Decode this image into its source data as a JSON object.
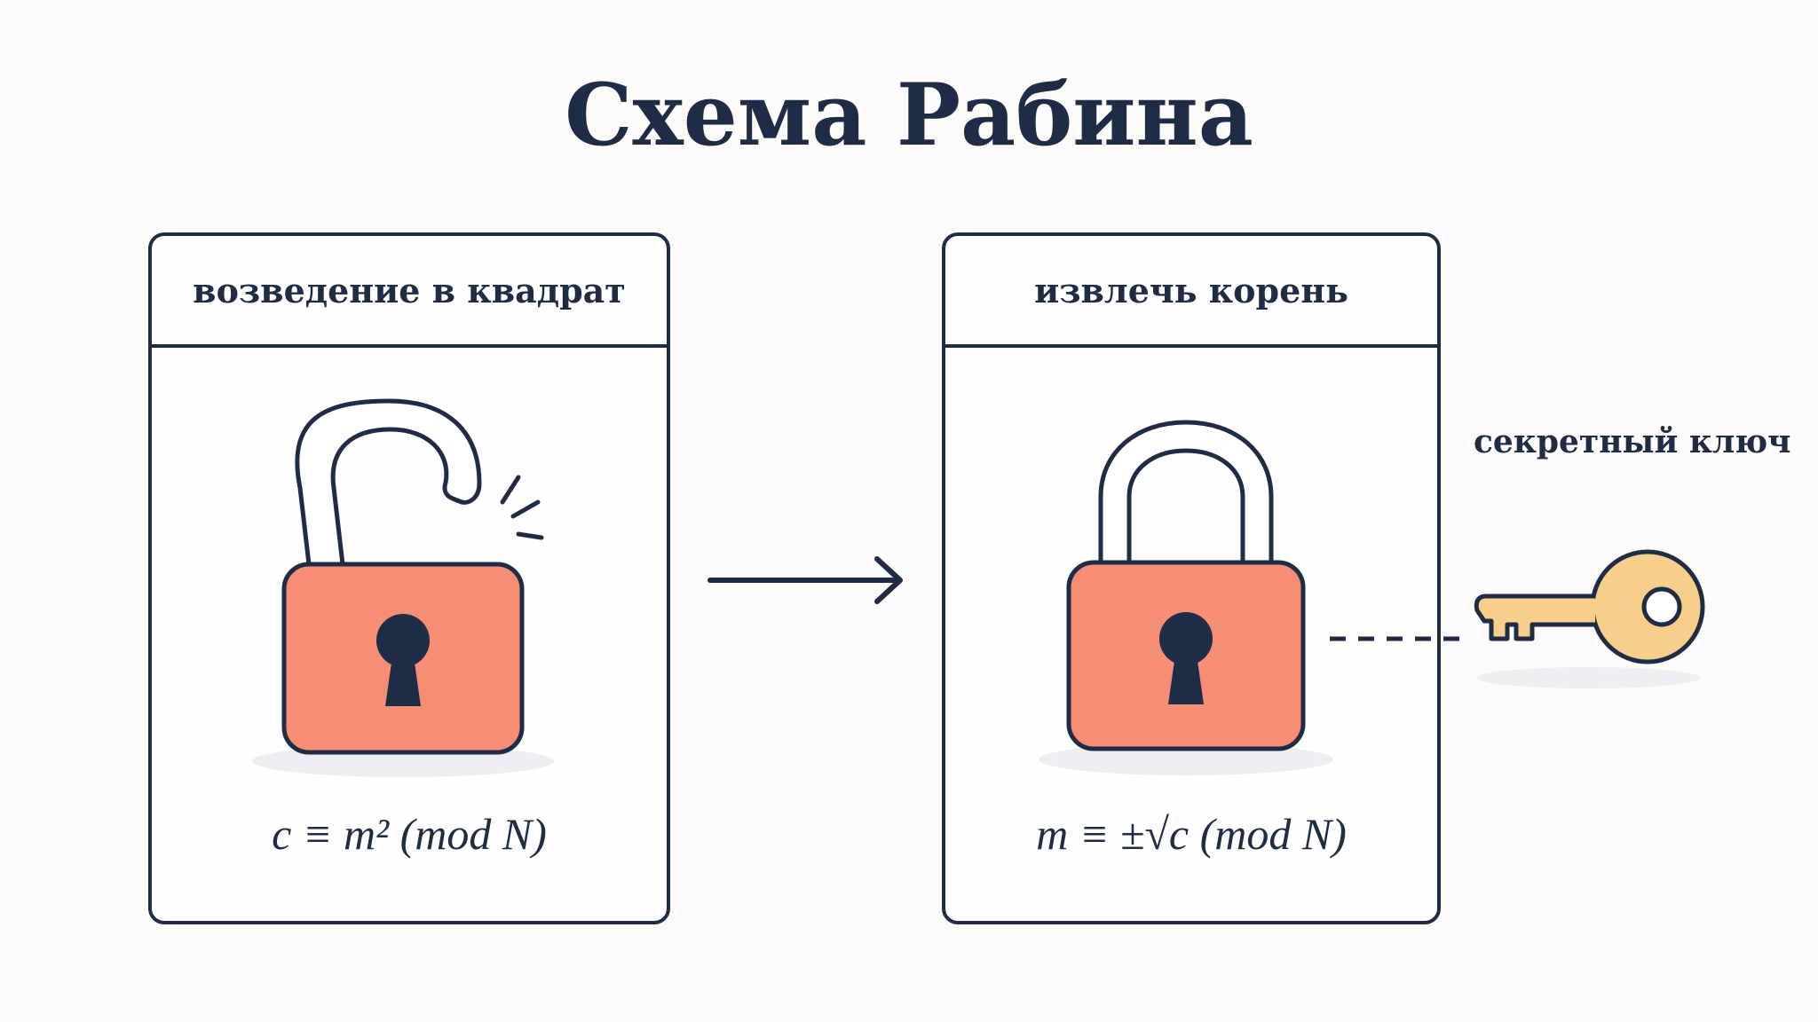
{
  "title": "Схема Рабина",
  "left_panel": {
    "header": "возведение в квадрат",
    "formula": "c ≡ m² (mod N)"
  },
  "right_panel": {
    "header": "извлечь корень",
    "formula": "m ≡ ±√c (mod N)"
  },
  "key_label": "секретный ключ",
  "icons": {
    "left": "unlocked-padlock-icon",
    "right": "locked-padlock-icon",
    "key": "key-icon",
    "arrow": "arrow-right-icon"
  },
  "colors": {
    "ink": "#1e2c45",
    "lock_body": "#f68e76",
    "key": "#f8cf8a",
    "shadow": "#eceef1",
    "background": "#fcfbf9"
  }
}
